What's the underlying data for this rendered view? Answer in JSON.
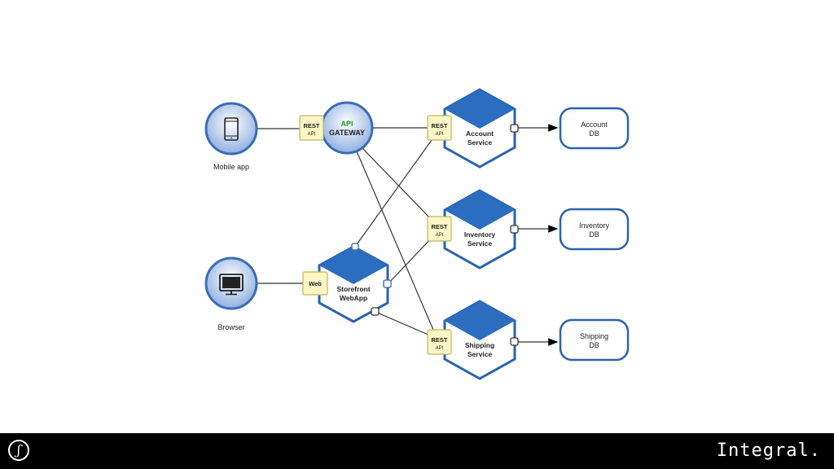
{
  "colors": {
    "hex_blue": "#2b6dbf",
    "hex_stroke": "#2a63ad",
    "circle_fill": "#8fb0e0",
    "circle_stroke": "#3a6db5",
    "tag_fill": "#fbf6c4",
    "tag_stroke": "#b9b766",
    "gateway_green": "#15a515",
    "db_stroke": "#2a63ad",
    "footer_bg": "#000000"
  },
  "clients": {
    "mobile": {
      "label": "Mobile app",
      "icon": "smartphone-icon"
    },
    "browser": {
      "label": "Browser",
      "icon": "monitor-icon"
    }
  },
  "gateway": {
    "line1": "API",
    "line2": "GATEWAY"
  },
  "tags": {
    "rest": "REST",
    "api": "API",
    "web": "Web"
  },
  "storefront": {
    "line1": "Storefront",
    "line2": "WebApp"
  },
  "services": {
    "account": {
      "line1": "Account",
      "line2": "Service"
    },
    "inventory": {
      "line1": "Inventory",
      "line2": "Service"
    },
    "shipping": {
      "line1": "Shipping",
      "line2": "Service"
    }
  },
  "databases": {
    "account": {
      "line1": "Account",
      "line2": "DB"
    },
    "inventory": {
      "line1": "Inventory",
      "line2": "DB"
    },
    "shipping": {
      "line1": "Shipping",
      "line2": "DB"
    }
  },
  "footer": {
    "logo": "ʃ",
    "brand": "Integral."
  }
}
